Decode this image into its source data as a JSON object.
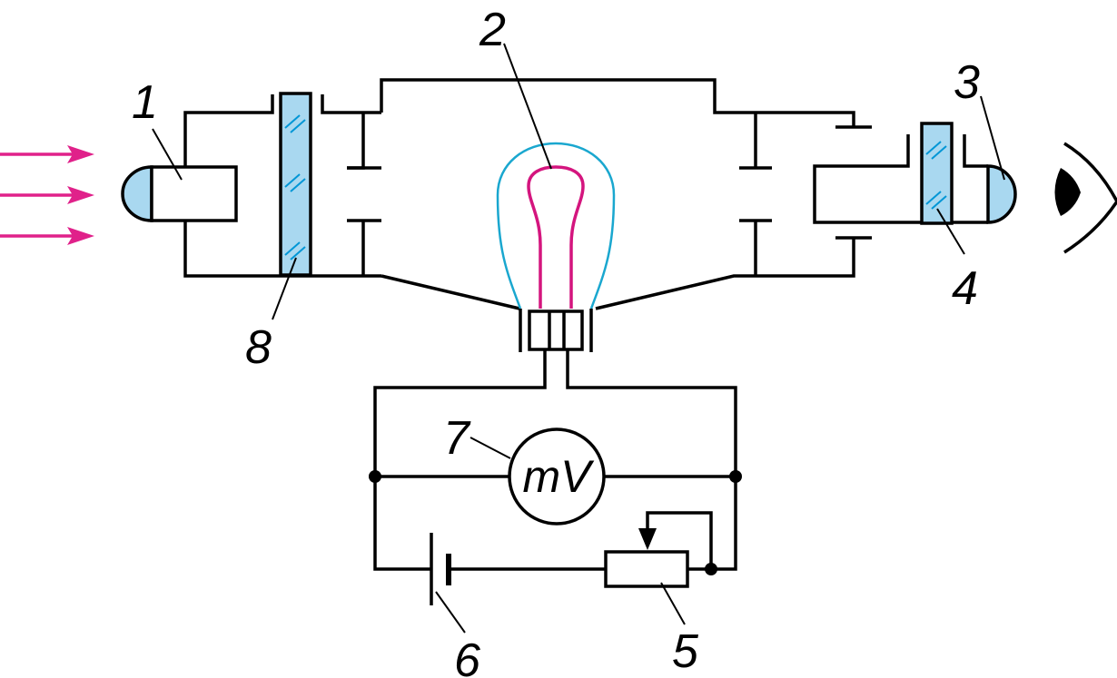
{
  "labels": {
    "l1": "1",
    "l2": "2",
    "l3": "3",
    "l4": "4",
    "l5": "5",
    "l6": "6",
    "l7": "7",
    "l8": "8"
  },
  "meter_symbol": "mV",
  "colors": {
    "line": "#000000",
    "incoming_light": "#e0218a",
    "filament": "#d4157e",
    "bulb_outline": "#1aa7cf",
    "glass_fill": "#a9d8f0",
    "glass_stroke": "#0096d6",
    "lens_fill": "#a9d8f0"
  },
  "icons": {
    "incoming-light": "arrow-right-icon",
    "observer": "eye-icon"
  }
}
